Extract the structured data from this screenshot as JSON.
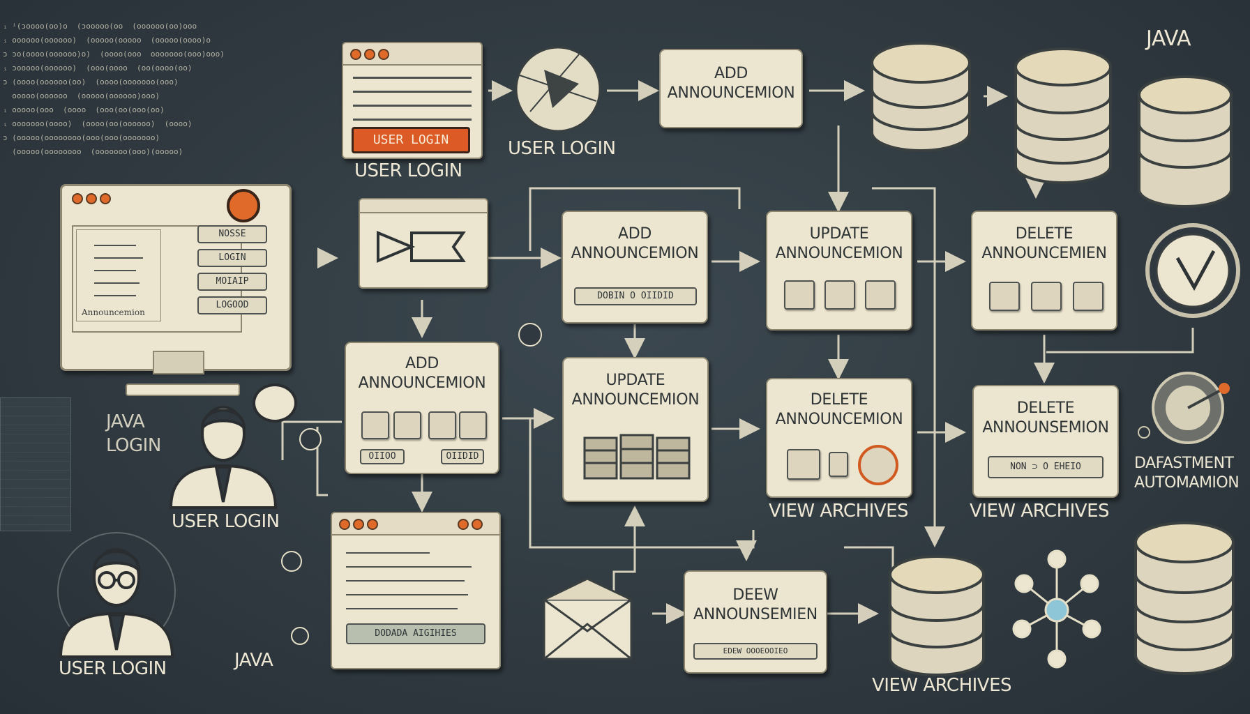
{
  "labels": {
    "java_top_right": "JAVA",
    "user_login_center": "USER LOGIN",
    "user_login_top": "USER LOGIN",
    "user_login_mid": "USER LOGIN",
    "user_login_bottom": "USER LOGIN",
    "java_left": "JAVA",
    "login_left": "LOGIN",
    "java_bottom": "JAVA",
    "view_archives_1": "VIEW ARCHIVES",
    "view_archives_2": "VIEW ARCHIVES",
    "view_archives_3": "VIEW ARCHIVES",
    "dafastment_1": "DAFASTMENT",
    "dafastment_2": "AUTOMAMION"
  },
  "top_window": {
    "button": "USER LOGIN"
  },
  "cards": {
    "add_top": [
      "ADD",
      "ANNOUNCEMION"
    ],
    "add_mid": [
      "ADD",
      "ANNOUNCEMION"
    ],
    "add_left": [
      "ADD",
      "ANNOUNCEMION"
    ],
    "update_top": [
      "UPDATE",
      "ANNOUNCEMION"
    ],
    "update_mid": [
      "UPDATE",
      "ANNOUNCEMION"
    ],
    "delete_top": [
      "DELETE",
      "ANNOUNCEMIEN"
    ],
    "delete_mid": [
      "DELETE",
      "ANNOUNCEMION"
    ],
    "delete_right": [
      "DELETE",
      "ANNOUNSEMION"
    ],
    "deew": [
      "DEEW",
      "ANNOUNSEMIEN"
    ]
  },
  "pills": {
    "add_mid_bar": "DOBIN    O  OIIDID",
    "add_left_bar_a": "OIIOO",
    "add_left_bar_b": "OIIDID",
    "delete_right_bar": "NON  ⊃ O  EHEIO",
    "deew_bar": "EDEW    OOOEOOIEO",
    "bottom_window_button": "DODADA AIGIHIES"
  },
  "monitor": {
    "buttons": [
      "NOSSE",
      "LOGIN",
      "MOIAIP",
      "LOGOOD"
    ],
    "footer_text": "Announcemion"
  },
  "code_lines": [
    "ᵢ ⁱ(ɔoooo(oo)o  (ɔooooo(oo  (oooooo(oo)ooo",
    "ᵢ oooooo(oooooo)  (ooooo(ooooo  (ooooo(oooo)o",
    "ɔ ɔo(oooo(oooooo)o)  (oooo(ooo  ooooooo(ooo)ooo)",
    "ᵢ ɔooooo(oooooo)  (ooo(oooo  (oo(oooo(oo)",
    "ɔ (oooo(oooooo(oo)  (oooo(ooooooo(ooo)",
    "  ooooo(oooooo  (ooooo(oooooo)ooo)",
    "ᵢ ooooo(ooo  (oooo  (ooo(oo(ooo(oo)",
    "ᵢ ooooooo(oooo)  (oooo(oo(oooooo)  (oooo)",
    "ɔ (ooooo(oooooooo(ooo(ooo(ooooooo)",
    "  (ooooo(oooooooo  (ooooooo(ooo)(ooooo)"
  ],
  "colors": {
    "background": "#2f393f",
    "card": "#ece5cf",
    "accent_orange": "#e06a2a",
    "arrow": "#e6dfc8"
  }
}
